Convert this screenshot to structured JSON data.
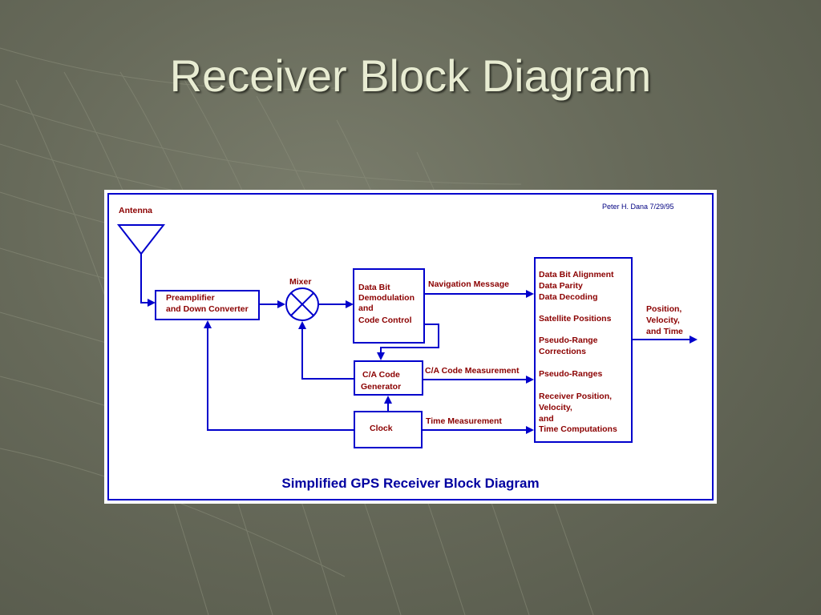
{
  "slide": {
    "title": "Receiver Block Diagram"
  },
  "diagram": {
    "author_note": "Peter H. Dana 7/29/95",
    "caption": "Simplified GPS Receiver Block Diagram",
    "antenna_label": "Antenna",
    "mixer_label": "Mixer",
    "preamp": {
      "line1": "Preamplifier",
      "line2": "and Down Converter"
    },
    "demod": {
      "line1": "Data Bit",
      "line2": "Demodulation",
      "line3": "and",
      "line4": "Code Control"
    },
    "ca_code": {
      "line1": "C/A Code",
      "line2": "Generator"
    },
    "clock": {
      "label": "Clock"
    },
    "processor": {
      "line1": "Data Bit Alignment",
      "line2": "Data Parity",
      "line3": "Data Decoding",
      "line4": "Satellite Positions",
      "line5": "Pseudo-Range",
      "line6": "Corrections",
      "line7": "Pseudo-Ranges",
      "line8": "Receiver Position,",
      "line9": "Velocity,",
      "line10": "and",
      "line11": "Time Computations"
    },
    "signals": {
      "navigation": "Navigation Message",
      "ca_measurement": "C/A Code Measurement",
      "time_measurement": "Time Measurement"
    },
    "output": {
      "line1": "Position,",
      "line2": "Velocity,",
      "line3": "and Time"
    },
    "colors": {
      "line": "#0000cc",
      "text": "#8b0000",
      "caption": "#0000a0"
    }
  }
}
